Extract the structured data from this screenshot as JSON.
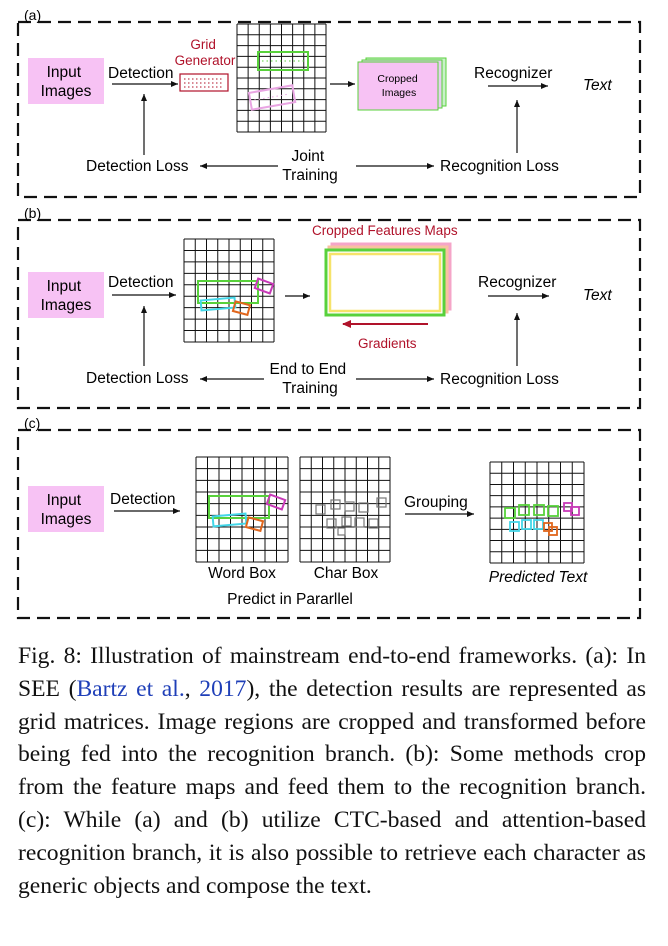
{
  "panels": {
    "a": {
      "tag": "(a)",
      "input": [
        "Input",
        "Images"
      ],
      "detection": "Detection",
      "grid_generator": [
        "Grid",
        "Generator"
      ],
      "cropped": [
        "Cropped",
        "Images"
      ],
      "recognizer": "Recognizer",
      "text": "Text",
      "detection_loss": "Detection Loss",
      "joint": [
        "Joint",
        "Training"
      ],
      "recognition_loss": "Recognition Loss"
    },
    "b": {
      "tag": "(b)",
      "input": [
        "Input",
        "Images"
      ],
      "detection": "Detection",
      "cropped_features": "Cropped Features Maps",
      "gradients": "Gradients",
      "recognizer": "Recognizer",
      "text": "Text",
      "detection_loss": "Detection Loss",
      "end_to_end": [
        "End to End",
        "Training"
      ],
      "recognition_loss": "Recognition Loss"
    },
    "c": {
      "tag": "(c)",
      "input": [
        "Input",
        "Images"
      ],
      "detection": "Detection",
      "word_box": "Word Box",
      "char_box": "Char Box",
      "grouping": "Grouping",
      "predicted_text": "Predicted Text",
      "predict_parallel": "Predict in Pararllel"
    }
  },
  "colors": {
    "pink_box": "#f7c2f4",
    "dark_red": "#b0122a",
    "green": "#58d13b",
    "cyan": "#43d6e8",
    "magenta": "#c83ab8",
    "orange": "#e0661c",
    "citation_blue": "#1f3fb8"
  },
  "caption": {
    "prefix": "Fig. 8: Illustration of mainstream end-to-end frameworks. (a): In SEE (",
    "cite_authors": "Bartz et al.",
    "cite_sep": ", ",
    "cite_year": "2017",
    "suffix": "), the detection results are represented as grid matrices. Image regions are cropped and transformed before being fed into the recognition branch. (b): Some methods crop from the feature maps and feed them to the recognition branch. (c): While (a) and (b) utilize CTC-based and attention-based recognition branch, it is also possible to retrieve each character as generic objects and compose the text."
  }
}
